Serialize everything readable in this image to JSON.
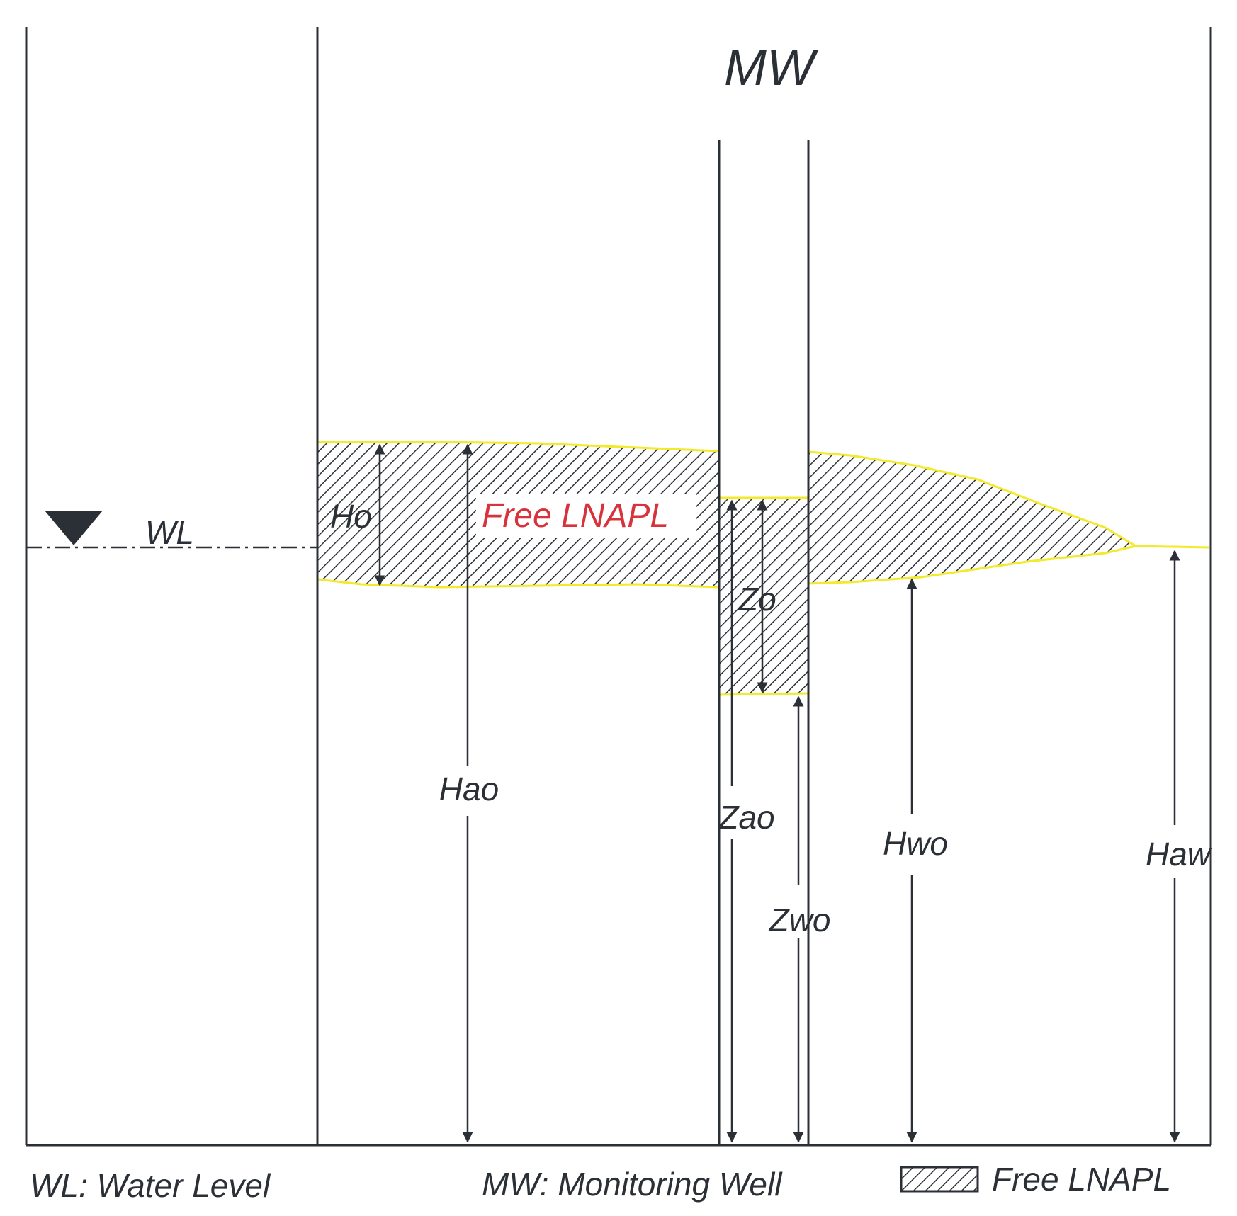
{
  "title": "MW",
  "symbols": {
    "water_level_marker_icon": "inverted-triangle-icon",
    "lnapl_hatch_swatch_icon": "hatched-box-icon"
  },
  "labels": {
    "wl": "WL",
    "ho": "Ho",
    "free_lnapl": "Free LNAPL",
    "zo": "Zo",
    "hao": "Hao",
    "zao": "Zao",
    "zwo": "Zwo",
    "hwo": "Hwo",
    "haw": "Haw"
  },
  "legend": {
    "wl": "WL: Water Level",
    "mw": "MW: Monitoring Well",
    "lnapl": "Free LNAPL"
  },
  "colors": {
    "line": "#2b2f36",
    "lnapl_text": "#d8323c",
    "lnapl_boundary": "#f2ea2a",
    "hatch": "#2b2f36",
    "background": "#ffffff"
  }
}
